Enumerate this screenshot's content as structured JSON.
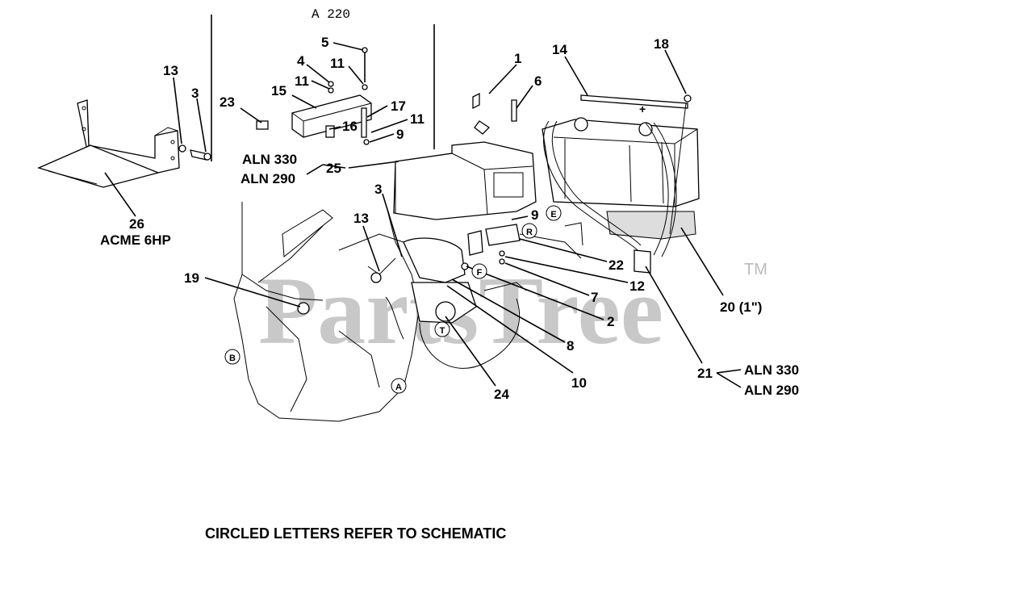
{
  "diagram": {
    "section_code": "A 220",
    "footer_note": "CIRCLED LETTERS REFER TO SCHEMATIC",
    "watermark": "PartsTree",
    "trademark": "TM",
    "callouts": {
      "c1": "1",
      "c2": "2",
      "c3a": "3",
      "c3b": "3",
      "c4": "4",
      "c5": "5",
      "c6": "6",
      "c7": "7",
      "c8": "8",
      "c9a": "9",
      "c9b": "9",
      "c10": "10",
      "c11a": "11",
      "c11b": "11",
      "c11c": "11",
      "c12": "12",
      "c13a": "13",
      "c13b": "13",
      "c14": "14",
      "c15": "15",
      "c16": "16",
      "c17": "17",
      "c18": "18",
      "c19": "19",
      "c20": "20 (1\")",
      "c21": "21",
      "c22": "22",
      "c23": "23",
      "c24": "24",
      "c25": "25",
      "c26": "26"
    },
    "model_labels": {
      "top_a": "ALN 330",
      "top_b": "ALN 290",
      "right_a": "ALN 330",
      "right_b": "ALN 290",
      "engine": "ACME 6HP"
    },
    "schematic_letters": {
      "a": "A",
      "b": "B",
      "e": "E",
      "f": "F",
      "r": "R",
      "t": "T"
    },
    "battery_symbol": "+"
  }
}
